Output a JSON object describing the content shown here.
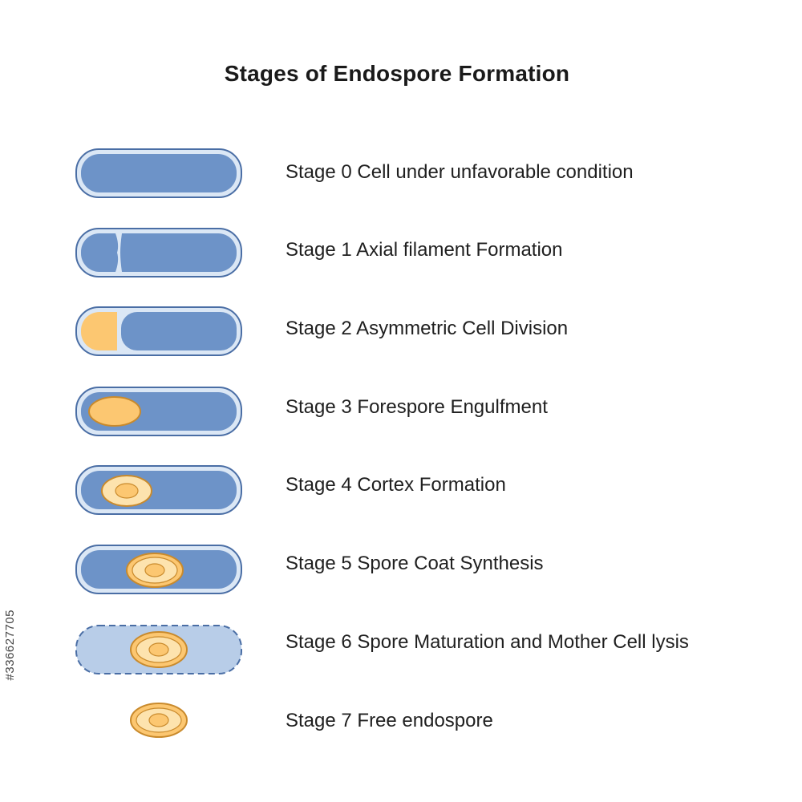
{
  "title": "Stages of Endospore Formation",
  "stages": [
    {
      "label": "Stage 0 Cell under unfavorable condition"
    },
    {
      "label": "Stage 1 Axial filament Formation"
    },
    {
      "label": "Stage 2 Asymmetric Cell Division"
    },
    {
      "label": "Stage 3 Forespore Engulfment"
    },
    {
      "label": "Stage 4 Cortex Formation"
    },
    {
      "label": "Stage 5 Spore Coat Synthesis"
    },
    {
      "label": "Stage 6 Spore Maturation and Mother Cell lysis"
    },
    {
      "label": "Stage 7 Free endospore"
    }
  ],
  "stock_id": "#336627705",
  "colors": {
    "cell_fill": "#6d93c8",
    "cell_outline": "#4a6ea5",
    "membrane": "#dbe7f5",
    "lysed_cell_fill": "#b8cde8",
    "spore_fill": "#fcc771",
    "spore_light": "#fde3ae",
    "spore_outline": "#c98a2c"
  }
}
